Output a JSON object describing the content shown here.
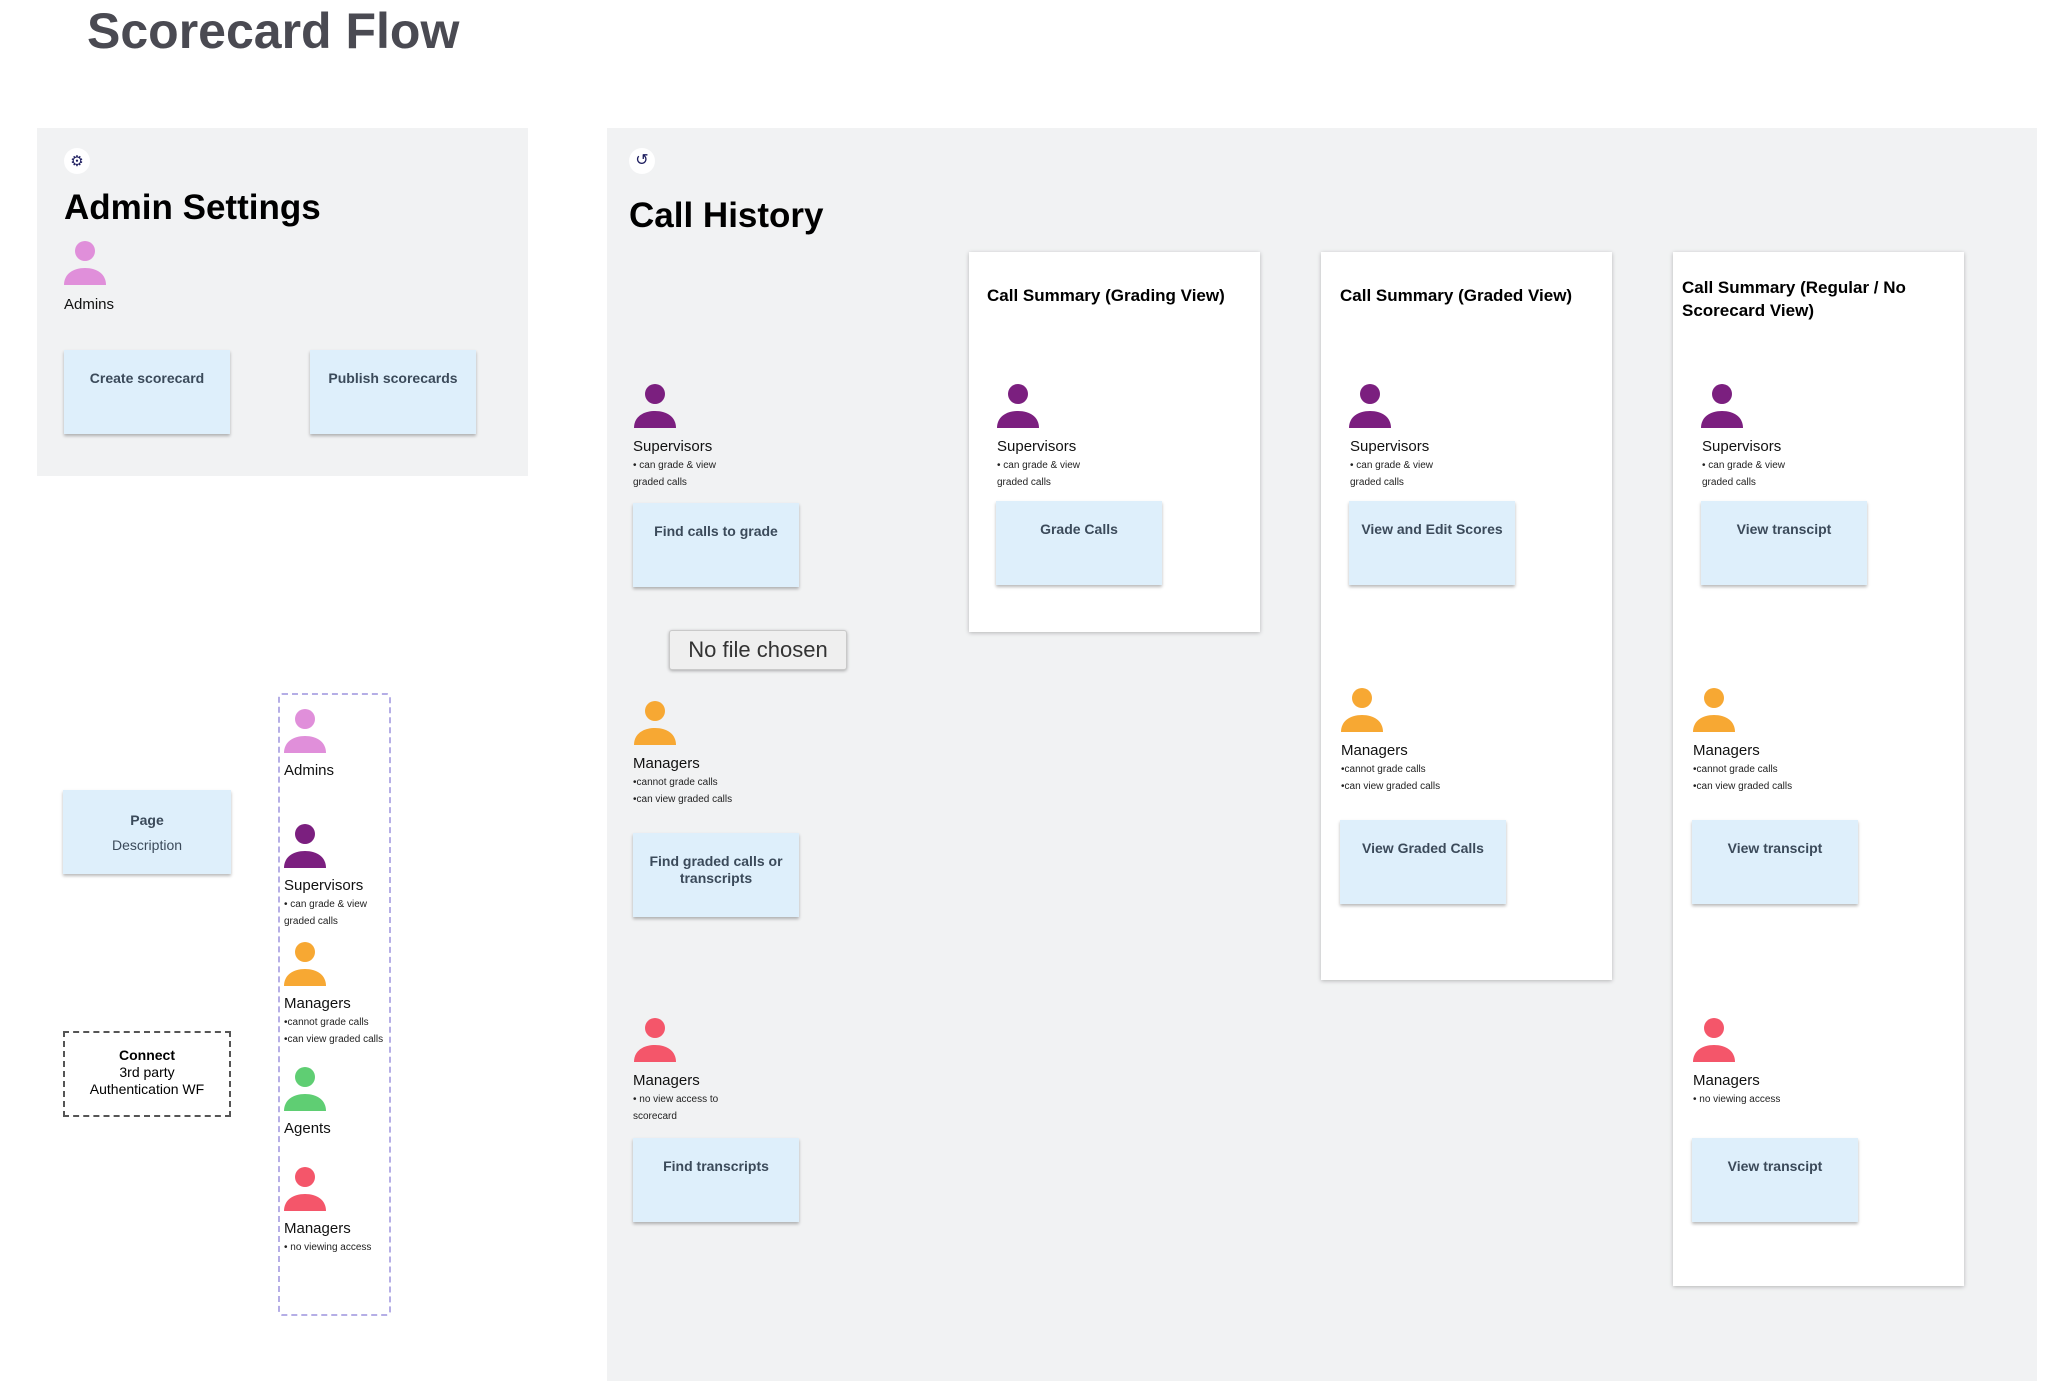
{
  "page": {
    "title": "Scorecard Flow"
  },
  "colors": {
    "admin": "#e08fda",
    "supervisor": "#7b1f7f",
    "manager_orange": "#f7a833",
    "manager_red": "#f4566a",
    "agent": "#5fce73",
    "sticky": "#deeffb",
    "panel": "#f1f2f3"
  },
  "admin_panel": {
    "icon": "gear-icon",
    "title": "Admin Settings",
    "role": "Admins",
    "buttons": [
      "Create scorecard",
      "Publish scorecards"
    ]
  },
  "legend": {
    "page_sticky": {
      "title": "Page",
      "subtitle": "Description"
    },
    "connect": {
      "bold": "Connect",
      "line1": "3rd party",
      "line2": "Authentication  WF"
    },
    "roles": [
      {
        "name": "Admins",
        "notes": []
      },
      {
        "name": "Supervisors",
        "notes": [
          "• can grade & view",
          "graded calls"
        ]
      },
      {
        "name": "Managers",
        "notes": [
          "•cannot grade calls",
          "•can view graded calls"
        ]
      },
      {
        "name": "Agents",
        "notes": []
      },
      {
        "name": "Managers",
        "notes": [
          "• no viewing access"
        ]
      }
    ]
  },
  "call_history": {
    "icon": "history-icon",
    "title": "Call History",
    "file_input": "No file chosen",
    "supervisors": {
      "name": "Supervisors",
      "notes": [
        "• can grade & view",
        "graded calls"
      ],
      "action": "Find calls to grade"
    },
    "managers_orange": {
      "name": "Managers",
      "notes": [
        "•cannot grade calls",
        "•can view graded calls"
      ],
      "action": "Find graded calls or transcripts"
    },
    "managers_red": {
      "name": "Managers",
      "notes": [
        "• no view access to",
        "scorecard"
      ],
      "action": "Find transcripts"
    }
  },
  "cards": [
    {
      "title": "Call Summary (Grading View)",
      "supervisors": {
        "name": "Supervisors",
        "notes": [
          "• can grade & view",
          "graded calls"
        ],
        "action": "Grade Calls"
      }
    },
    {
      "title": "Call Summary (Graded View)",
      "supervisors": {
        "name": "Supervisors",
        "notes": [
          "• can grade & view",
          "graded calls"
        ],
        "action": "View and Edit Scores"
      },
      "managers_orange": {
        "name": "Managers",
        "notes": [
          "•cannot grade calls",
          "•can view graded calls"
        ],
        "action": "View Graded Calls"
      }
    },
    {
      "title": "Call Summary (Regular / No Scorecard View)",
      "supervisors": {
        "name": "Supervisors",
        "notes": [
          "• can grade & view",
          "graded calls"
        ],
        "action": "View transcipt"
      },
      "managers_orange": {
        "name": "Managers",
        "notes": [
          "•cannot grade calls",
          "•can view graded calls"
        ],
        "action": "View transcipt"
      },
      "managers_red": {
        "name": "Managers",
        "notes": [
          "• no viewing access"
        ],
        "action": "View transcipt"
      }
    }
  ]
}
